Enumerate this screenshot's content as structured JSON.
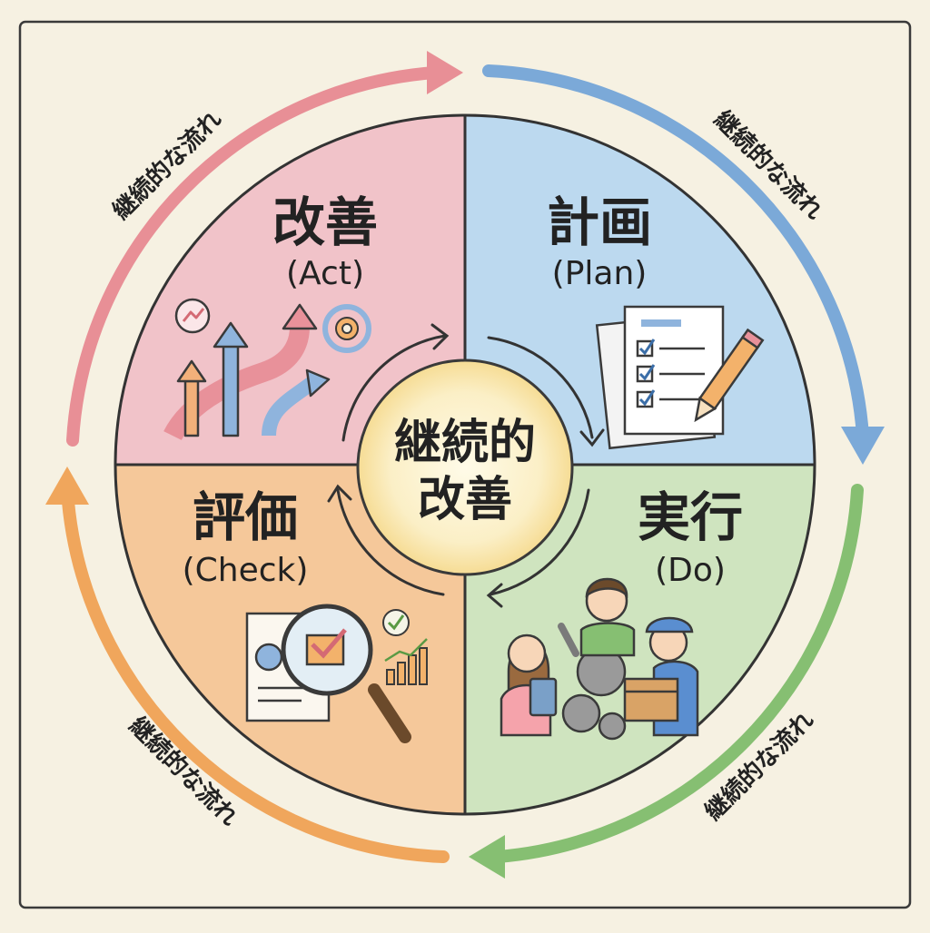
{
  "center": {
    "line1": "継続的",
    "line2": "改善"
  },
  "quadrants": {
    "act": {
      "title": "改善",
      "subtitle": "(Act)",
      "color": "#f1c3c9"
    },
    "plan": {
      "title": "計画",
      "subtitle": "(Plan)",
      "color": "#bcd9ef"
    },
    "do": {
      "title": "実行",
      "subtitle": "(Do)",
      "color": "#cfe4bf"
    },
    "check": {
      "title": "評価",
      "subtitle": "(Check)",
      "color": "#f5c89a"
    }
  },
  "flow_labels": {
    "top_left": "継続的な流れ",
    "top_right": "継続的な流れ",
    "bottom_right": "継続的な流れ",
    "bottom_left": "継続的な流れ"
  },
  "arrow_colors": {
    "top": "#e88f96",
    "right": "#7ba9d8",
    "bottom": "#86bf72",
    "left": "#f0a65c"
  }
}
